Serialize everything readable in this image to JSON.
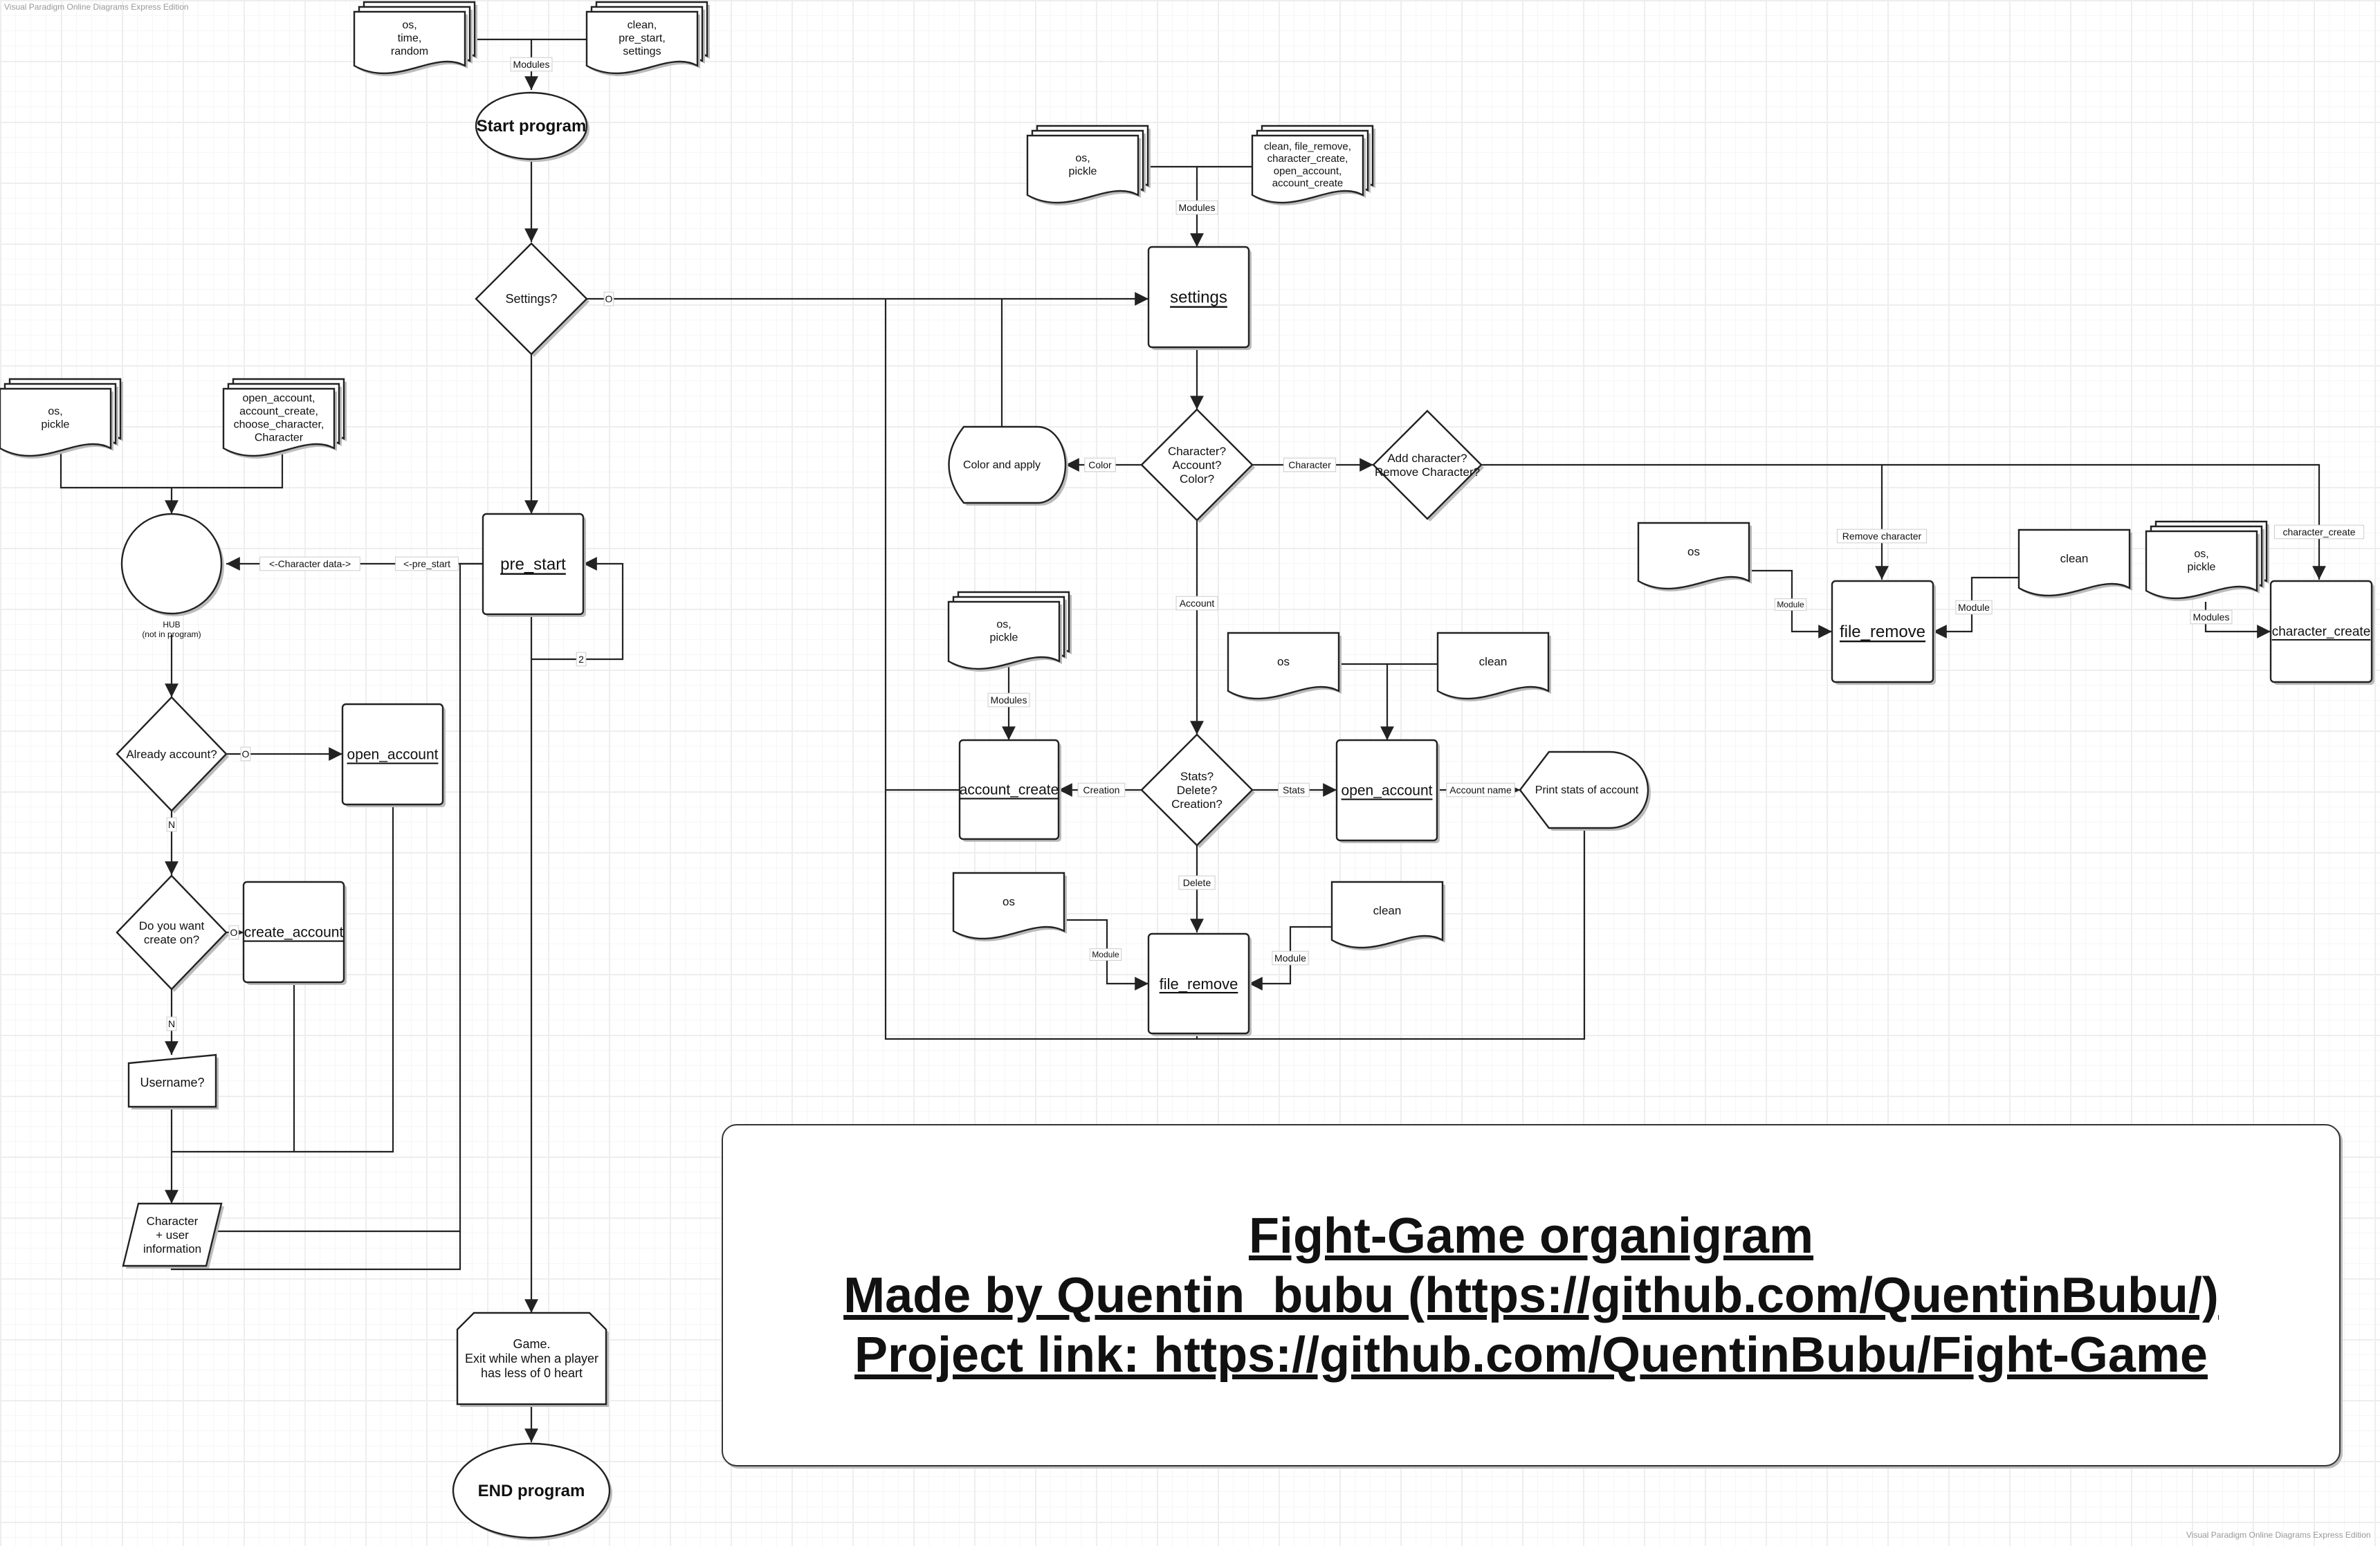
{
  "header": {
    "app_label": "Visual Paradigm Online Diagrams Express Edition"
  },
  "footer": {
    "app_label": "Visual Paradigm Online Diagrams Express Edition"
  },
  "title_box": {
    "line1": "Fight-Game organigram",
    "line2": "Made by Quentin_bubu (https://github.com/QuentinBubu/)",
    "line3": "Project link: https://github.com/QuentinBubu/Fight-Game"
  },
  "colors": {
    "stroke": "#222222",
    "fill": "#ffffff",
    "shadow": "#bbbbbb",
    "grid": "#eeeeee"
  },
  "nodes": {
    "mod_os_time_random": [
      "os,",
      "time,",
      "random"
    ],
    "mod_clean_prestart_settings": [
      "clean,",
      "pre_start,",
      "settings"
    ],
    "start": "Start program",
    "settings_q": "Settings?",
    "pre_start": "pre_start",
    "game": [
      "Game.",
      "Exit while when a player",
      "has less of 0 heart"
    ],
    "end": "END program",
    "hub_mod_os_pickle": [
      "os,",
      "pickle"
    ],
    "hub_mod_accounts": [
      "open_account,",
      "account_create,",
      "choose_character,",
      "Character"
    ],
    "hub_label": [
      "HUB",
      "(not in program)"
    ],
    "already_account": "Already account?",
    "open_account_left": "open_account",
    "do_you_want": [
      "Do you want",
      "create on?"
    ],
    "create_account": "create_account",
    "username": "Username?",
    "char_user_info": [
      "Character",
      "+ user",
      "information"
    ],
    "set_mod_os_pickle": [
      "os,",
      "pickle"
    ],
    "set_mod_list": [
      "clean, file_remove,",
      "character_create,",
      "open_account,",
      "account_create"
    ],
    "settings": "settings",
    "char_acc_color": [
      "Character?",
      "Account?",
      "Color?"
    ],
    "color_apply": "Color and apply",
    "add_remove": [
      "Add character?",
      "Remove Character?"
    ],
    "ac_mod_os_pickle": [
      "os,",
      "pickle"
    ],
    "account_create": "account_create",
    "stats_q": [
      "Stats?",
      "Delete?",
      "Creation?"
    ],
    "mod_os_oa": "os",
    "mod_clean_oa": "clean",
    "open_account_mid": "open_account",
    "print_stats": "Print stats of account",
    "mod_os_fr": "os",
    "mod_clean_fr": "clean",
    "file_remove_mid": "file_remove",
    "mod_os_frr": "os",
    "file_remove_right": "file_remove",
    "mod_clean_frr": "clean",
    "mod_os_pickle_cc": [
      "os,",
      "pickle"
    ],
    "character_create": "character_create"
  },
  "edge_labels": {
    "modules_top": "Modules",
    "settings_o": "O",
    "char_data": "<-Character data->",
    "pre_start_link": "<-pre_start",
    "loop_2": "2",
    "already_o": "O",
    "already_n": "N",
    "want_o": "O",
    "want_n": "N",
    "modules_settings": "Modules",
    "color": "Color",
    "character": "Character",
    "account": "Account",
    "modules_ac": "Modules",
    "creation": "Creation",
    "stats": "Stats",
    "account_name": "Account name",
    "delete": "Delete",
    "module_fr_left": "Module",
    "module_fr_right": "Module",
    "module_frr_left": "Module",
    "remove_character": "Remove character",
    "module_frr_right": "Module",
    "character_create_lbl": "character_create",
    "modules_cc": "Modules"
  }
}
